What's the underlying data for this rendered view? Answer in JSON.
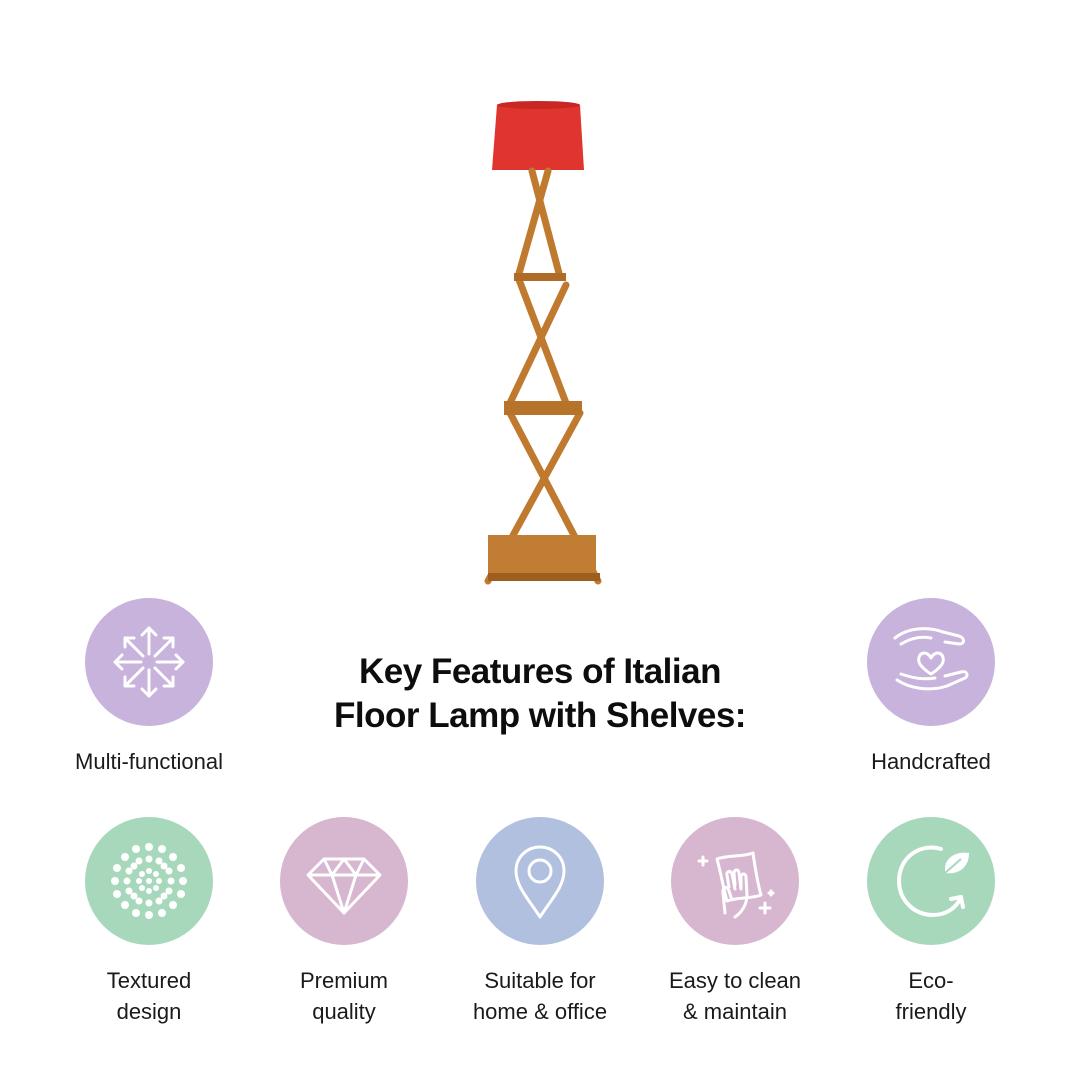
{
  "title": {
    "line1": "Key Features of Italian",
    "line2": "Floor Lamp with Shelves:"
  },
  "product_image": {
    "alt": "Italian Floor Lamp with Shelves",
    "shade_color": "#e0342f",
    "wood_color": "#c07a30"
  },
  "features": [
    {
      "label": "Multi-functional",
      "icon": "arrows-outward-icon",
      "color": "#c7b3dc"
    },
    {
      "label": "Handcrafted",
      "icon": "hands-heart-icon",
      "color": "#c7b3dc"
    },
    {
      "label": "Textured\ndesign",
      "icon": "dots-pattern-icon",
      "color": "#a8d8bc"
    },
    {
      "label": "Premium\nquality",
      "icon": "diamond-icon",
      "color": "#d7b6cf"
    },
    {
      "label": "Suitable for\nhome & office",
      "icon": "location-pin-icon",
      "color": "#b2c0e0"
    },
    {
      "label": "Easy to clean\n& maintain",
      "icon": "cleaning-hand-icon",
      "color": "#d7b6cf"
    },
    {
      "label": "Eco-\nfriendly",
      "icon": "eco-recycle-icon",
      "color": "#a8d8bc"
    }
  ]
}
